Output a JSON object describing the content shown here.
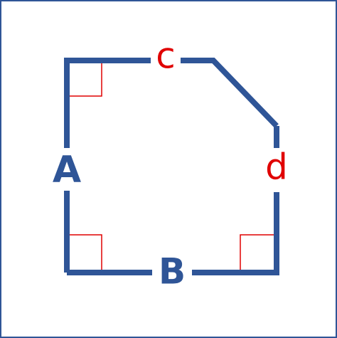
{
  "diagram": {
    "colors": {
      "border": "#2F5597",
      "shape": "#2F5597",
      "red": "#E00000",
      "background": "#FFFFFF"
    },
    "labels": {
      "side_a": "A",
      "side_b": "B",
      "side_c": "c",
      "side_d": "d"
    },
    "right_angle_markers": 3
  }
}
